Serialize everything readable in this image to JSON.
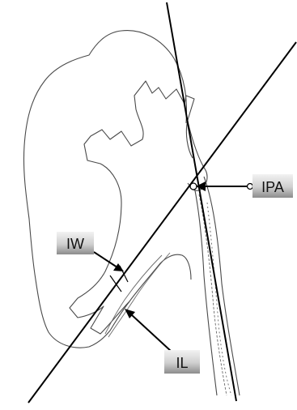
{
  "labels": {
    "ipa": "IPA",
    "iw": "IW",
    "il": "IL"
  },
  "colors": {
    "label_fill_light": "#e6e6e6",
    "label_fill_dark": "#8c8c8c",
    "outline": "#4a4a4a",
    "line": "#000000"
  }
}
